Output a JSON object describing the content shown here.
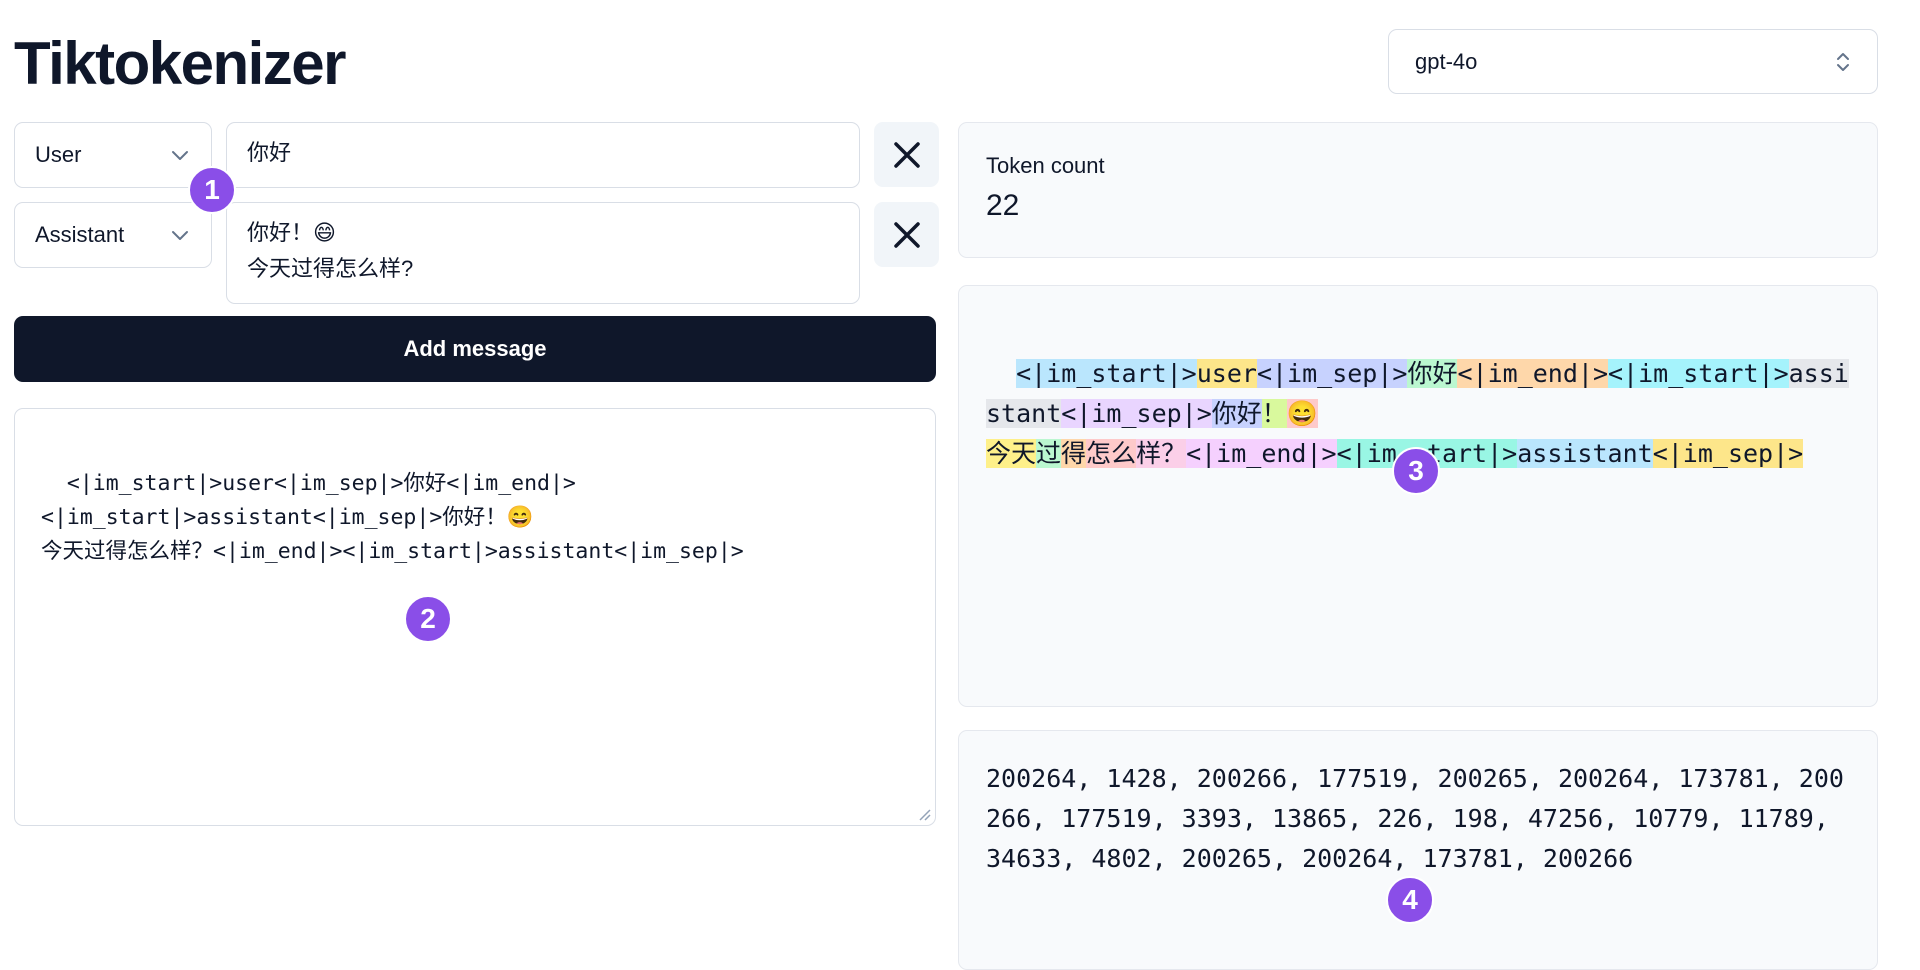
{
  "header": {
    "title": "Tiktokenizer",
    "model": "gpt-4o"
  },
  "messages": [
    {
      "role": "User",
      "content": "你好"
    },
    {
      "role": "Assistant",
      "content": "你好！😄\n今天过得怎么样?"
    }
  ],
  "add_message_label": "Add message",
  "prompt_text": "<|im_start|>user<|im_sep|>你好<|im_end|>\n<|im_start|>assistant<|im_sep|>你好！😄\n今天过得怎么样？<|im_end|><|im_start|>assistant<|im_sep|>",
  "token_count": {
    "label": "Token count",
    "value": "22"
  },
  "tokens": [
    {
      "text": "<|im_start|>",
      "color": "#bae6fd"
    },
    {
      "text": "user",
      "color": "#fde68a"
    },
    {
      "text": "<|im_sep|>",
      "color": "#c7d2fe"
    },
    {
      "text": "你好",
      "color": "#bbf7d0"
    },
    {
      "text": "<|im_end|>",
      "color": "#fed7aa"
    },
    {
      "text": "<|im_start|>",
      "color": "#a5f3fc"
    },
    {
      "text": "assistant",
      "color": "#e5e7eb"
    },
    {
      "text": "<|im_sep|>",
      "color": "#e9d5ff"
    },
    {
      "text": "你好",
      "color": "#c7d2fe"
    },
    {
      "text": "！",
      "color": "#d9f99d"
    },
    {
      "text": "😄",
      "color": "#fecaca"
    },
    {
      "text": "\n",
      "color": "#ffffff"
    },
    {
      "text": "今天",
      "color": "#fef08a"
    },
    {
      "text": "过",
      "color": "#bbf7d0"
    },
    {
      "text": "得",
      "color": "#fed7aa"
    },
    {
      "text": "怎么",
      "color": "#fecaca"
    },
    {
      "text": "样？",
      "color": "#fbcfe8"
    },
    {
      "text": "<|im_end|>",
      "color": "#f5d0fe"
    },
    {
      "text": "<|im_start|>",
      "color": "#99f6e4"
    },
    {
      "text": "assistant",
      "color": "#bae6fd"
    },
    {
      "text": "<|im_sep|>",
      "color": "#fde68a"
    }
  ],
  "token_ids": "200264, 1428, 200266, 177519, 200265, 200264, 173781, 200266, 177519, 3393, 13865, 226, 198, 47256, 10779, 11789, 34633, 4802, 200265, 200264, 173781, 200266",
  "markers": [
    "1",
    "2",
    "3",
    "4"
  ],
  "colors": {
    "accent": "#0f172a",
    "marker": "#8a4ee8",
    "panel_bg": "#f8fafc"
  }
}
